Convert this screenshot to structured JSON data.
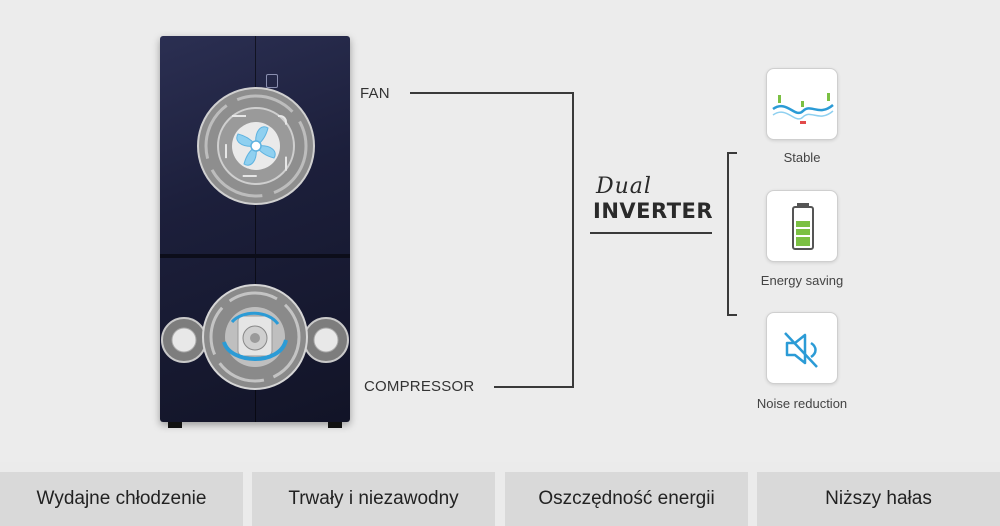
{
  "diagram": {
    "fan_label": "FAN",
    "compressor_label": "COMPRESSOR",
    "dual_label": "Dual",
    "inverter_label": "INVERTER"
  },
  "features": [
    {
      "label": "Stable",
      "icon": "wave-balance-icon"
    },
    {
      "label": "Energy saving",
      "icon": "battery-icon"
    },
    {
      "label": "Noise reduction",
      "icon": "mute-speaker-icon"
    }
  ],
  "tabs": [
    {
      "label": "Wydajne chłodzenie"
    },
    {
      "label": "Trwały i niezawodny"
    },
    {
      "label": "Oszczędność energii"
    },
    {
      "label": "Niższy hałas"
    }
  ],
  "colors": {
    "accent": "#2b9bd6",
    "fridge": "#1c1f3b",
    "tab_bg": "#d9d9d9",
    "battery_green": "#7bc043"
  }
}
